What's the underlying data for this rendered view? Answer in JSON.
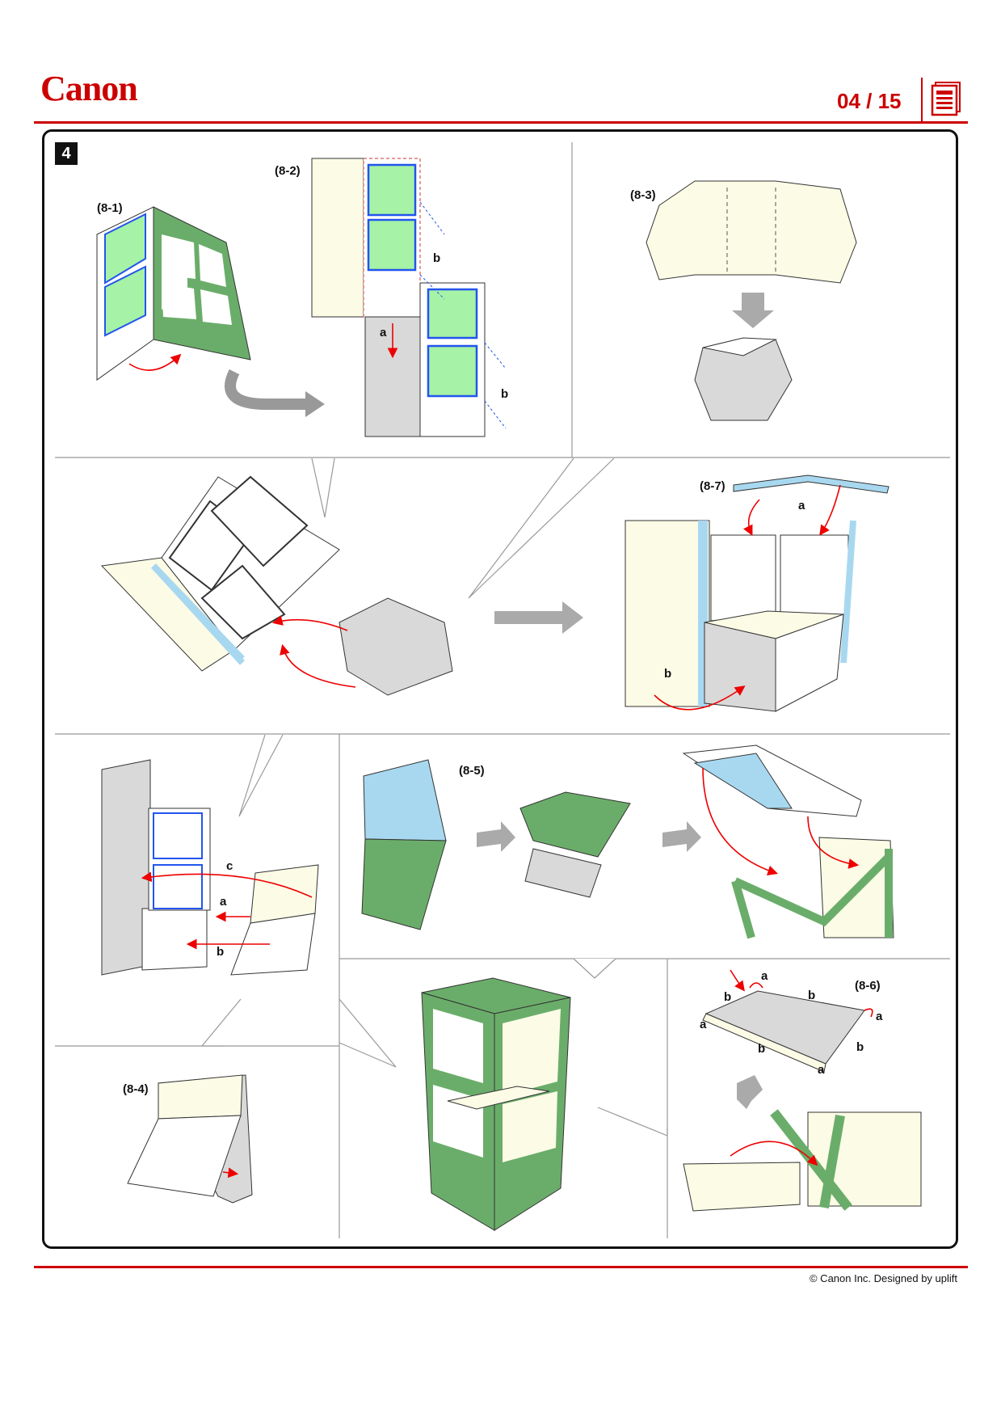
{
  "header": {
    "logo": "Canon",
    "page_indicator": "04 / 15",
    "menu_icon": "document-menu-icon"
  },
  "step_number": "4",
  "labels": {
    "p8_1": "(8-1)",
    "p8_2": "(8-2)",
    "p8_3": "(8-3)",
    "p8_4": "(8-4)",
    "p8_5": "(8-5)",
    "p8_6": "(8-6)",
    "p8_7": "(8-7)",
    "a": "a",
    "b": "b",
    "c": "c"
  },
  "footer": {
    "copyright": "© Canon Inc. Designed by uplift"
  },
  "colors": {
    "brand_red": "#cc0000",
    "frame_green": "#6aad6a",
    "glass_green": "#a6f2a6",
    "blue": "#a8d8f0",
    "cream": "#fbfbe6",
    "grey": "#d9d9d9"
  }
}
